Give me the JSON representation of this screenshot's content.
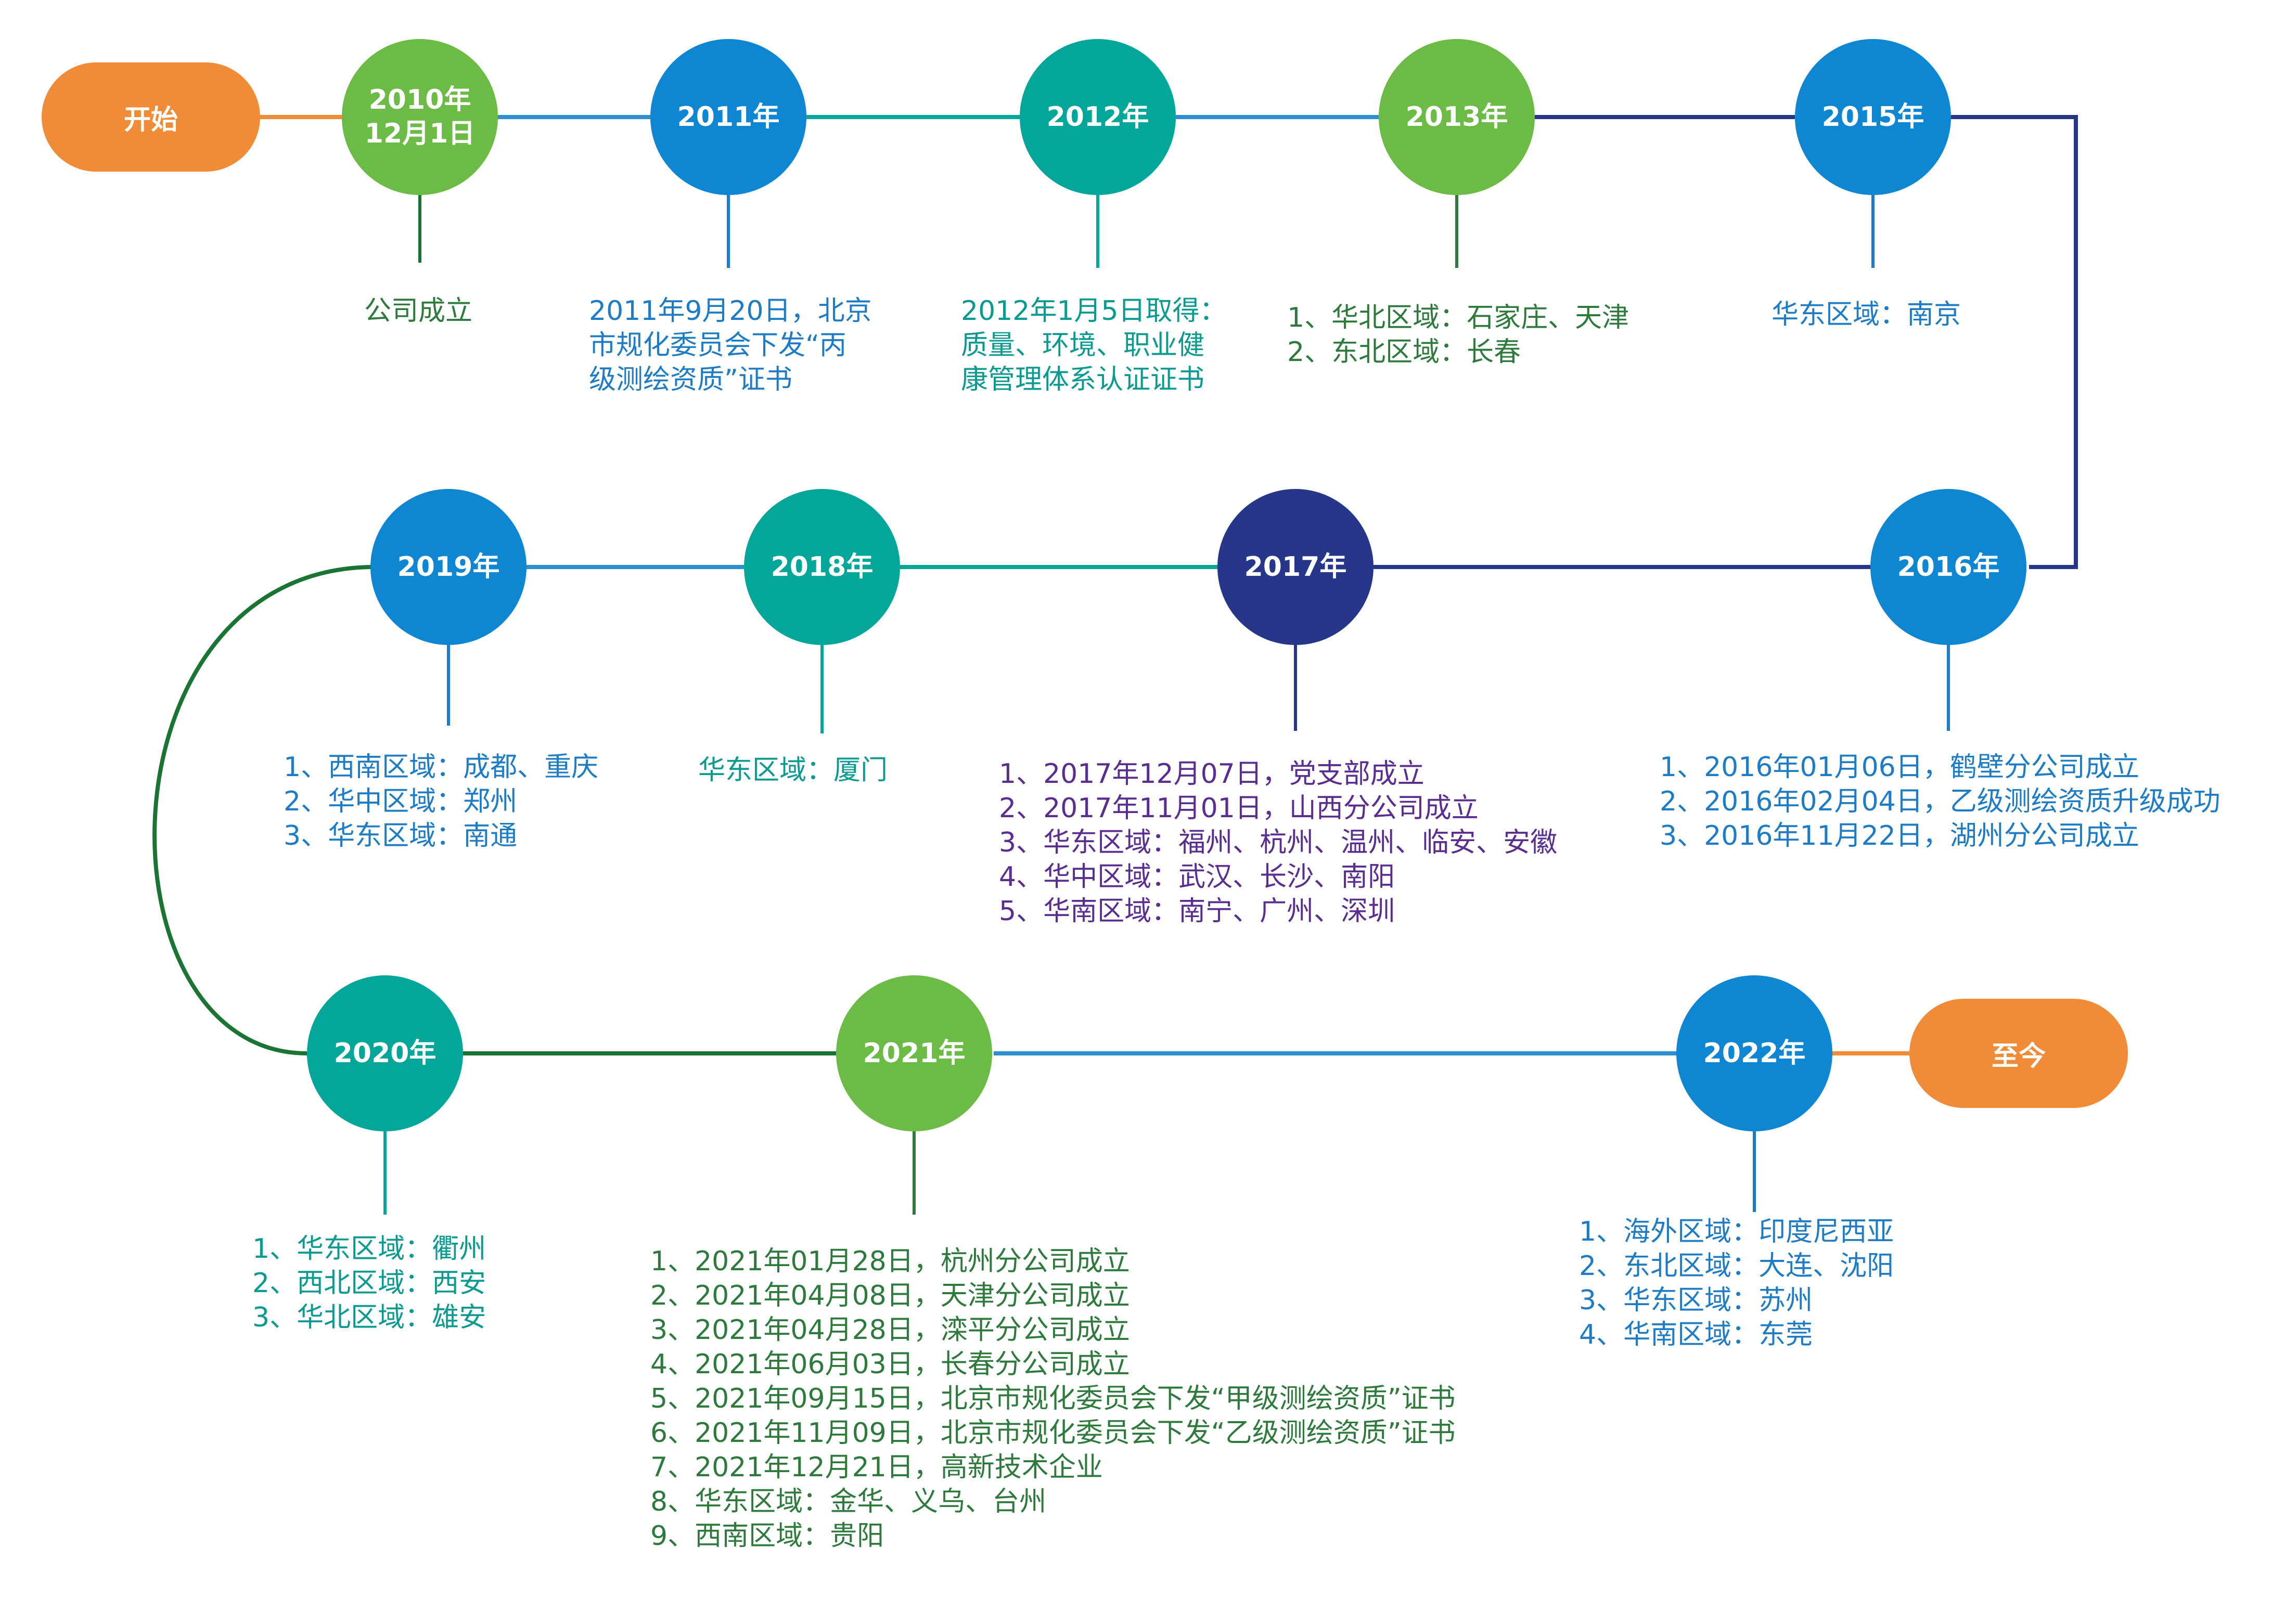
{
  "start_label": "开始",
  "end_label": "至今",
  "colors": {
    "orange": "#F08C38",
    "green": "#6CBB46",
    "blue": "#0E86D1",
    "teal": "#05A69A",
    "navy": "#263689",
    "dark_green": "#1A7535",
    "light_blue": "#2E8FD0",
    "text_green": "#2E7A3C",
    "text_blue": "#1E7CC4",
    "text_teal": "#0A9A8F",
    "text_purple": "#5A2D91"
  },
  "milestones": [
    {
      "id": "2010",
      "label": "2010年\n12月1日",
      "color": "#6CBB46",
      "text_color": "#2E7A3C",
      "lines": [
        "公司成立"
      ]
    },
    {
      "id": "2011",
      "label": "2011年",
      "color": "#0E86D1",
      "text_color": "#1E7CC4",
      "lines": [
        "2011年9月20日，北京",
        "市规化委员会下发“丙",
        "级测绘资质”证书"
      ]
    },
    {
      "id": "2012",
      "label": "2012年",
      "color": "#05A69A",
      "text_color": "#0A9A8F",
      "lines": [
        "2012年1月5日取得：",
        "质量、环境、职业健",
        "康管理体系认证证书"
      ]
    },
    {
      "id": "2013",
      "label": "2013年",
      "color": "#6CBB46",
      "text_color": "#2E7A3C",
      "lines": [
        "1、华北区域：石家庄、天津",
        "2、东北区域：长春"
      ]
    },
    {
      "id": "2015",
      "label": "2015年",
      "color": "#0E86D1",
      "text_color": "#1E7CC4",
      "lines": [
        "华东区域：南京"
      ]
    },
    {
      "id": "2016",
      "label": "2016年",
      "color": "#0E86D1",
      "text_color": "#1E7CC4",
      "lines": [
        "1、2016年01月06日，鹤壁分公司成立",
        "2、2016年02月04日，乙级测绘资质升级成功",
        "3、2016年11月22日，湖州分公司成立"
      ]
    },
    {
      "id": "2017",
      "label": "2017年",
      "color": "#263689",
      "text_color": "#5A2D91",
      "lines": [
        "1、2017年12月07日，党支部成立",
        "2、2017年11月01日，山西分公司成立",
        "3、华东区域：福州、杭州、温州、临安、安徽",
        "4、华中区域：武汉、长沙、南阳",
        "5、华南区域：南宁、广州、深圳"
      ]
    },
    {
      "id": "2018",
      "label": "2018年",
      "color": "#05A69A",
      "text_color": "#0A9A8F",
      "lines": [
        "华东区域：厦门"
      ]
    },
    {
      "id": "2019",
      "label": "2019年",
      "color": "#0E86D1",
      "text_color": "#1E7CC4",
      "lines": [
        "1、西南区域：成都、重庆",
        "2、华中区域：郑州",
        "3、华东区域：南通"
      ]
    },
    {
      "id": "2020",
      "label": "2020年",
      "color": "#05A69A",
      "text_color": "#0A9A8F",
      "lines": [
        "1、华东区域：衢州",
        "2、西北区域：西安",
        "3、华北区域：雄安"
      ]
    },
    {
      "id": "2021",
      "label": "2021年",
      "color": "#6CBB46",
      "text_color": "#2E7A3C",
      "lines": [
        "1、2021年01月28日，杭州分公司成立",
        "2、2021年04月08日，天津分公司成立",
        "3、2021年04月28日，滦平分公司成立",
        "4、2021年06月03日，长春分公司成立",
        "5、2021年09月15日，北京市规化委员会下发“甲级测绘资质”证书",
        "6、2021年11月09日，北京市规化委员会下发“乙级测绘资质”证书",
        "7、2021年12月21日，高新技术企业",
        "8、华东区域：金华、义乌、台州",
        "9、西南区域：贵阳"
      ]
    },
    {
      "id": "2022",
      "label": "2022年",
      "color": "#0E86D1",
      "text_color": "#1E7CC4",
      "lines": [
        "1、海外区域：印度尼西亚",
        "2、东北区域：大连、沈阳",
        "3、华东区域：苏州",
        "4、华南区域：东莞"
      ]
    }
  ]
}
